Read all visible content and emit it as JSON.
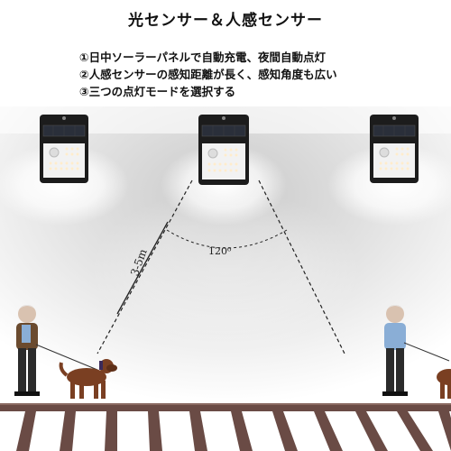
{
  "title": "光センサー＆人感センサー",
  "features": [
    "①日中ソーラーパネルで自動充電、夜間自動点灯",
    "②人感センサーの感知距離が長く、感知角度も広い",
    "③三つの点灯モードを選択する"
  ],
  "sensor_angle": "120⁰",
  "sensor_range": "3-5m",
  "colors": {
    "lamp_body": "#1c1c1c",
    "track": "#6a4b45",
    "text": "#111111"
  },
  "icons": [
    "solar-lamp-icon",
    "walking-man-icon",
    "dog-icon"
  ]
}
